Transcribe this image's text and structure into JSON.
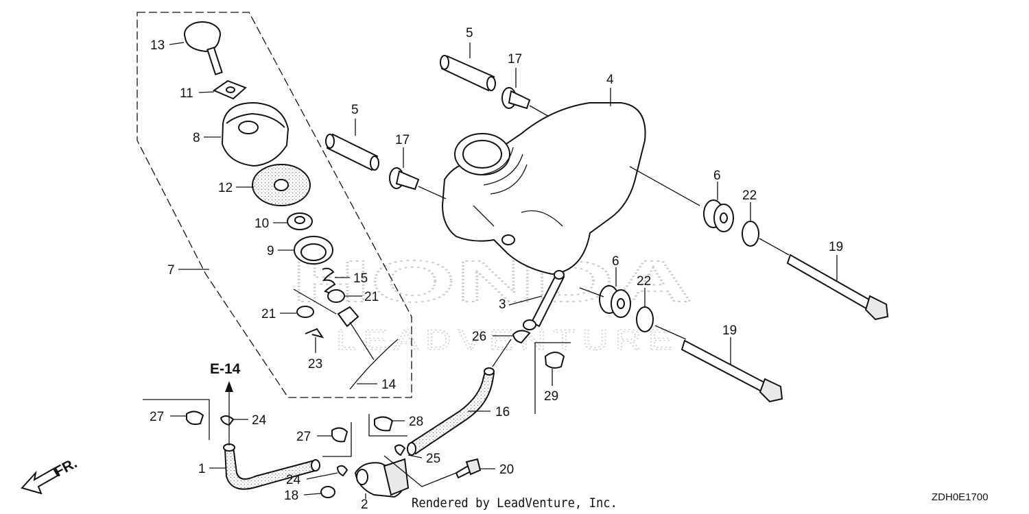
{
  "watermark": {
    "brand": "HONDA",
    "sub": "LEADVENTURE"
  },
  "reference": {
    "label": "E-14"
  },
  "direction": {
    "label": "FR."
  },
  "footer": {
    "rendered_by": "Rendered by LeadVenture, Inc.",
    "diagram_code": "ZDH0E1700"
  },
  "callouts": {
    "c1": "1",
    "c2": "2",
    "c3": "3",
    "c4": "4",
    "c5a": "5",
    "c5b": "5",
    "c6a": "6",
    "c6b": "6",
    "c7": "7",
    "c8": "8",
    "c9": "9",
    "c10": "10",
    "c11": "11",
    "c12": "12",
    "c13": "13",
    "c14": "14",
    "c15": "15",
    "c16": "16",
    "c17a": "17",
    "c17b": "17",
    "c18": "18",
    "c19a": "19",
    "c19b": "19",
    "c20": "20",
    "c21a": "21",
    "c21b": "21",
    "c22a": "22",
    "c22b": "22",
    "c23": "23",
    "c24a": "24",
    "c24b": "24",
    "c25": "25",
    "c26": "26",
    "c27a": "27",
    "c27b": "27",
    "c28": "28",
    "c29": "29"
  }
}
